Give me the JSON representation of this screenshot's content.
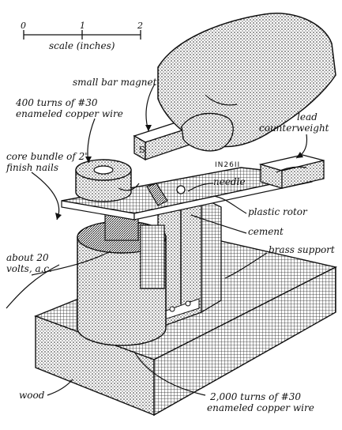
{
  "scale": {
    "ticks": [
      "0",
      "1",
      "2"
    ],
    "label": "scale (inches)"
  },
  "part_number": "IN26II",
  "magnet_pole": "S",
  "labels": {
    "small_bar_magnet": "small bar magnet",
    "coil_top_line1": "400 turns of #30",
    "coil_top_line2": "enameled copper wire",
    "lead_line1": "lead",
    "lead_line2": "counterweight",
    "core_line1": "core bundle of 2\"",
    "core_line2": "finish nails",
    "needle": "needle",
    "plastic_rotor": "plastic rotor",
    "cement": "cement",
    "brass_support": "brass support",
    "volts_line1": "about 20",
    "volts_line2": "volts, a.c.",
    "wood": "wood",
    "coil_bottom_line1": "2,000 turns of #30",
    "coil_bottom_line2": "enameled copper wire"
  }
}
